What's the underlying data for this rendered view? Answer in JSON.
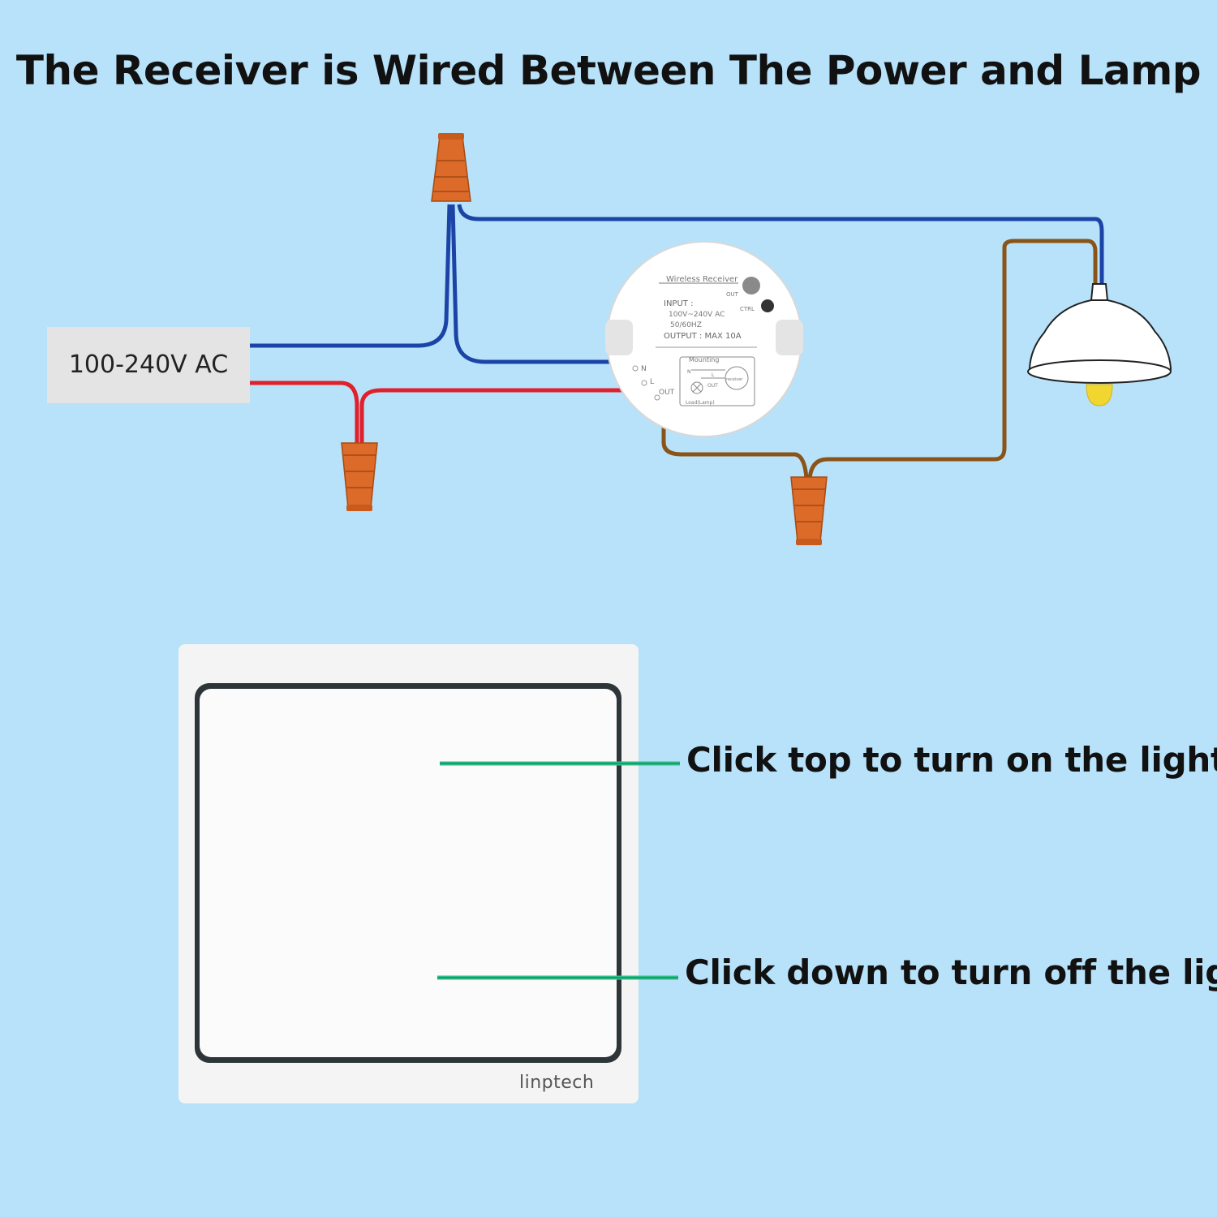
{
  "title": "The Receiver is Wired Between The Power and Lamp",
  "power_source": {
    "label": "100-240V AC"
  },
  "receiver": {
    "heading": "Wireless Receiver",
    "out_button": "OUT",
    "ctrl_button": "CTRL",
    "input_label": "INPUT :",
    "input_voltage": "100V~240V AC",
    "input_frequency": "50/60HZ",
    "output_label": "OUTPUT : MAX 10A",
    "mounting_label": "Mounting",
    "terminal_n": "N",
    "terminal_l": "L",
    "terminal_out": "OUT",
    "mini_n": "N",
    "mini_l": "L",
    "mini_out": "OUT",
    "mini_receiver": "receiver",
    "mini_load": "Load(Lamp)"
  },
  "switch": {
    "brand": "linptech",
    "caption_top": "Click top to turn on the light",
    "caption_bottom": "Click down to turn off the light"
  },
  "colors": {
    "background": "#b8e2fa",
    "neutral_wire": "#1b44a6",
    "live_wire": "#e0202a",
    "load_wire": "#8a5418",
    "wire_nut": "#dc6a28",
    "pointer_line": "#2ec28c"
  }
}
